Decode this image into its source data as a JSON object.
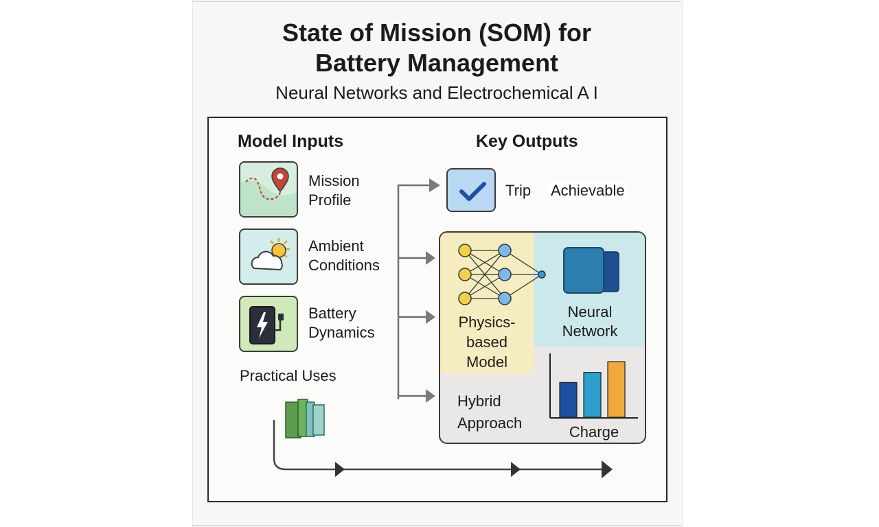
{
  "title": {
    "line1": "State of Mission (SOM) for",
    "line2": "Battery Management",
    "subtitle": "Neural Networks and Electrochemical A I"
  },
  "inputs": {
    "heading": "Model Inputs",
    "items": [
      {
        "line1": "Mission",
        "line2": "Profile",
        "icon": "map-pin-icon"
      },
      {
        "line1": "Ambient",
        "line2": "Conditions",
        "icon": "cloud-sun-icon"
      },
      {
        "line1": "Battery",
        "line2": "Dynamics",
        "icon": "battery-charge-icon"
      }
    ],
    "practical_uses": "Practical Uses",
    "practical_icon": "folders-icon"
  },
  "outputs": {
    "heading": "Key Outputs",
    "trip_label": "Trip",
    "trip_status": "Achievable",
    "trip_icon": "checkmark-icon",
    "physics": {
      "line1": "Physics-",
      "line2": "based",
      "line3": "Model"
    },
    "neural": {
      "line1": "Neural",
      "line2": "Network"
    },
    "hybrid": {
      "line1": "Hybrid",
      "line2": "Approach"
    },
    "charge_label": "Charge"
  },
  "chart_data": {
    "type": "bar",
    "categories": [
      "",
      "",
      ""
    ],
    "values": [
      0.55,
      0.71,
      0.88
    ],
    "colors": [
      "#1e4fa0",
      "#2a9fd0",
      "#f2a93b"
    ],
    "xlabel": "Charge",
    "ylabel": "",
    "ylim": [
      0,
      1
    ]
  },
  "colors": {
    "physics_bg": "#f5ecbf",
    "neural_bg": "#cbe8ea",
    "hybrid_bg": "#e9e8e6",
    "node_yellow": "#f3cf4a",
    "node_blue": "#7db8e8",
    "check_blue": "#1e4fa0"
  }
}
